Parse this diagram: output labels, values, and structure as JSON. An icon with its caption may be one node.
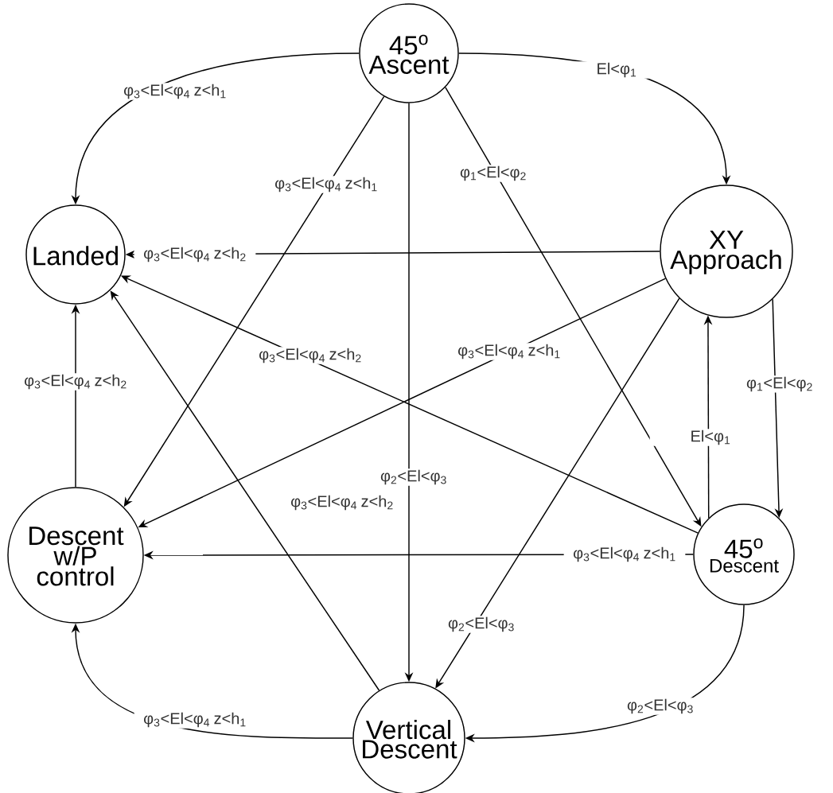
{
  "diagram": {
    "nodes": [
      {
        "text": [
          "45$^{o}$ Ascent"
        ]
      },
      {
        "text": [
          "Landed"
        ]
      },
      {
        "text": [
          "XY Approach"
        ]
      },
      {
        "text": [
          "Descent w/P control"
        ]
      },
      {
        "text": [
          "45$^{o}$",
          "Descent"
        ]
      },
      {
        "text": [
          "Vertical Descent"
        ]
      }
    ],
    "edges": [
      {
        "from": 0,
        "to": 2,
        "arrow": "to",
        "label": "El<φ$_{1}$"
      },
      {
        "from": 0,
        "to": 1,
        "arrow": "to",
        "label": "φ$_{3}$<El<φ$_{4}$ z<h$_{1}$"
      },
      {
        "from": 0,
        "to": 3,
        "arrow": "to",
        "label": "φ$_{3}$<El<φ$_{4}$ z<h$_{1}$"
      },
      {
        "from": 0,
        "to": 5,
        "arrow": "to",
        "label": "φ$_{2}$<El<φ$_{3}$"
      },
      {
        "from": 0,
        "to": 4,
        "arrow": "to",
        "label": "φ$_{1}$<El<φ$_{2}$"
      },
      {
        "from": 2,
        "to": 1,
        "arrow": "to",
        "label": "φ$_{3}$<El<φ$_{4}$ z<h$_{2}$"
      },
      {
        "from": 2,
        "to": 3,
        "arrow": "to",
        "label": "φ$_{3}$<El<φ$_{4}$ z<h$_{1}$"
      },
      {
        "from": 2,
        "to": 5,
        "arrow": "to",
        "label": "φ$_{2}$<El<φ$_{3}$"
      },
      {
        "from": 2,
        "to": 4,
        "arrow": "to",
        "label": "φ$_{1}$<El<φ$_{2}$"
      },
      {
        "from": 4,
        "to": 2,
        "arrow": "to",
        "label": "El<φ$_{1}$"
      },
      {
        "from": 4,
        "to": 1,
        "arrow": "to",
        "label": "φ$_{3}$<El<φ$_{4}$ z<h$_{2}$"
      },
      {
        "from": 4,
        "to": 3,
        "arrow": "to",
        "label": "φ$_{3}$<El<φ$_{4}$ z<h$_{1}$"
      },
      {
        "from": 4,
        "to": 5,
        "arrow": "to",
        "label": "φ$_{2}$<El<φ$_{3}$"
      },
      {
        "from": 5,
        "to": 1,
        "arrow": "to",
        "label": "φ$_{3}$<El<φ$_{4}$ z<h$_{2}$"
      },
      {
        "from": 5,
        "to": 3,
        "arrow": "to",
        "label": "φ$_{3}$<El<φ$_{4}$ z<h$_{1}$"
      },
      {
        "from": 3,
        "to": 1,
        "arrow": "to",
        "label": "φ$_{3}$<El<φ$_{4}$ z<h$_{2}$"
      }
    ]
  }
}
